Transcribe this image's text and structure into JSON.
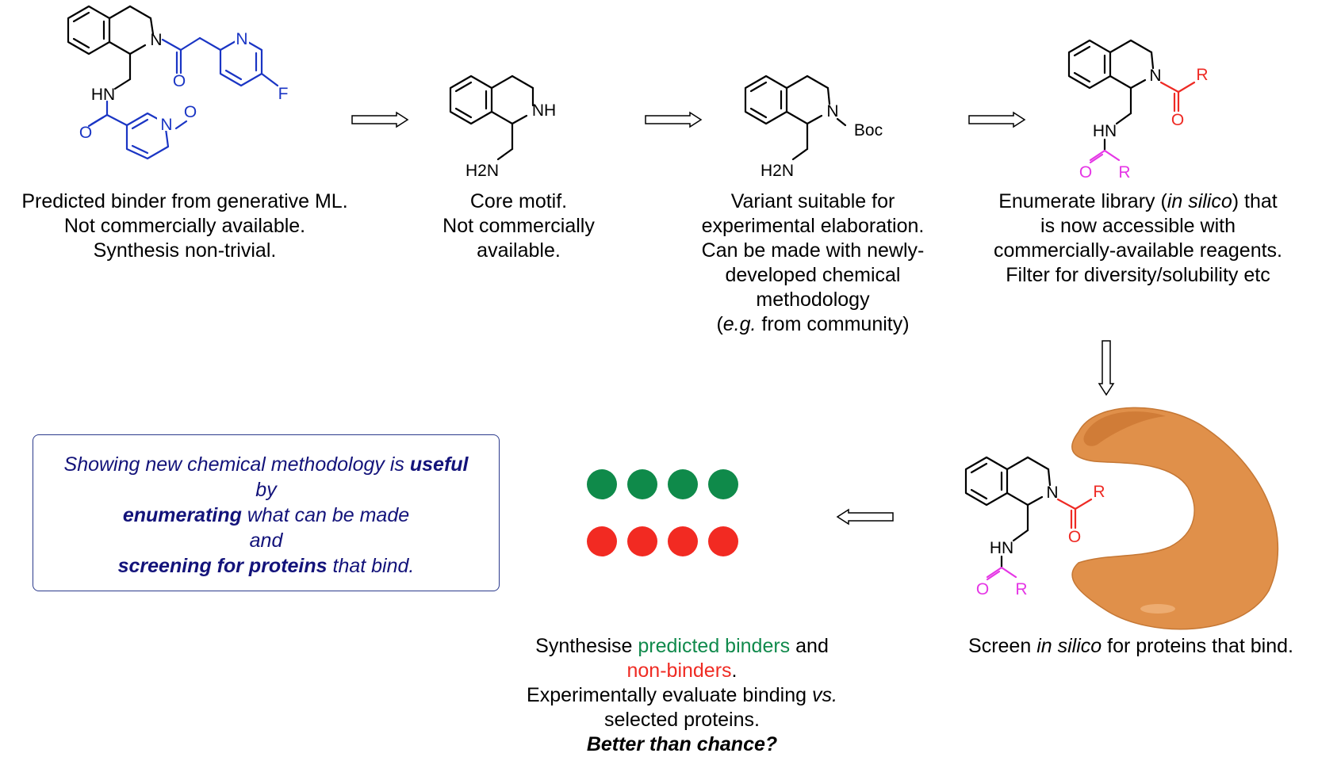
{
  "molecules": {
    "m1": {
      "atoms": [
        "N",
        "O",
        "N",
        "F",
        "HN",
        "O",
        "N",
        "O"
      ]
    },
    "m2": {
      "atoms": [
        "NH",
        "H2N"
      ]
    },
    "m3": {
      "atoms": [
        "N",
        "Boc",
        "H2N"
      ]
    },
    "m4": {
      "atoms": [
        "N",
        "R",
        "O",
        "HN",
        "O",
        "R"
      ]
    },
    "m5": {
      "atoms": [
        "N",
        "R",
        "O",
        "HN",
        "O",
        "R"
      ]
    }
  },
  "captions": {
    "c1": [
      "Predicted binder from generative ML.",
      "Not commercially available.",
      "Synthesis non-trivial."
    ],
    "c2": [
      "Core motif.",
      "Not commercially",
      "available."
    ],
    "c3": [
      "Variant suitable for",
      "experimental elaboration.",
      "Can be made with newly-",
      "developed chemical",
      "methodology",
      "(",
      "e.g.",
      " from community)"
    ],
    "c4": [
      "Enumerate library (",
      "in silico",
      ") that",
      "is now accessible with",
      "commercially-available reagents.",
      "Filter for diversity/solubility etc"
    ],
    "c5": [
      "Screen ",
      "in silico",
      " for proteins that bind."
    ],
    "c6": [
      "Synthesise ",
      "predicted binders",
      " and",
      "non-binders",
      ".",
      "Experimentally evaluate binding ",
      "vs.",
      "selected proteins.",
      "Better than chance?"
    ]
  },
  "box": {
    "t1": "Showing new chemical methodology is ",
    "t2": "useful",
    "t3": "by",
    "t4": "enumerating",
    "t5": " what can be made",
    "t6": "and",
    "t7": "screening for proteins",
    "t8": " that bind."
  },
  "colors": {
    "blue": "#1a35c4",
    "red": "#ee2a24",
    "magenta": "#e536e5",
    "green_dot": "#0f8a4a",
    "red_dot": "#f22a22",
    "protein": "#e0904a",
    "box_text": "#13137a"
  },
  "dots": {
    "green_count": 4,
    "red_count": 4
  }
}
